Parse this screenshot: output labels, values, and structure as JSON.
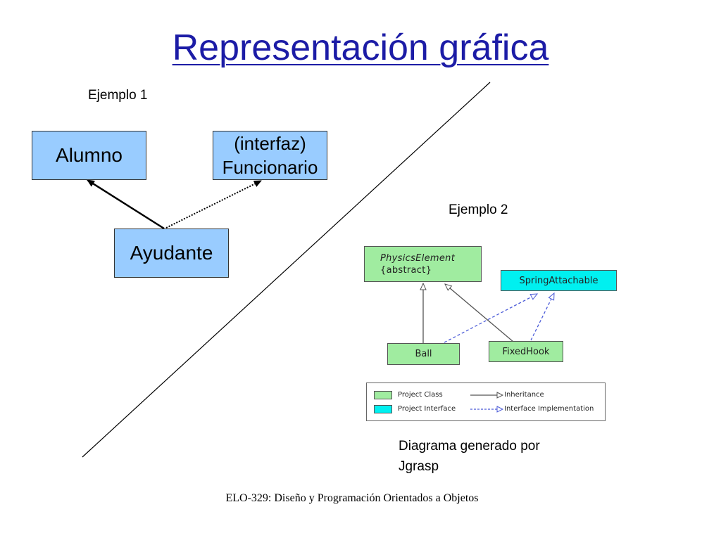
{
  "title": "Representación gráfica",
  "example1": {
    "label": "Ejemplo 1",
    "alumno": "Alumno",
    "interfaz_line1": "(interfaz)",
    "interfaz_line2": "Funcionario",
    "ayudante": "Ayudante",
    "box_color": "#99ccff"
  },
  "example2": {
    "label": "Ejemplo 2",
    "physics_name": "PhysicsElement",
    "physics_stereotype": "{abstract}",
    "spring": "SpringAttachable",
    "ball": "Ball",
    "fixedhook": "FixedHook",
    "legend": {
      "project_class": "Project Class",
      "project_interface": "Project Interface",
      "inheritance": "Inheritance",
      "interface_impl": "Interface Implementation"
    },
    "class_color": "#a0eca0",
    "interface_color": "#00f0f0",
    "impl_line_color": "#4b5bd8"
  },
  "caption": "Diagrama generado por\nJgrasp",
  "footer": "ELO-329: Diseño y Programación Orientados a Objetos"
}
